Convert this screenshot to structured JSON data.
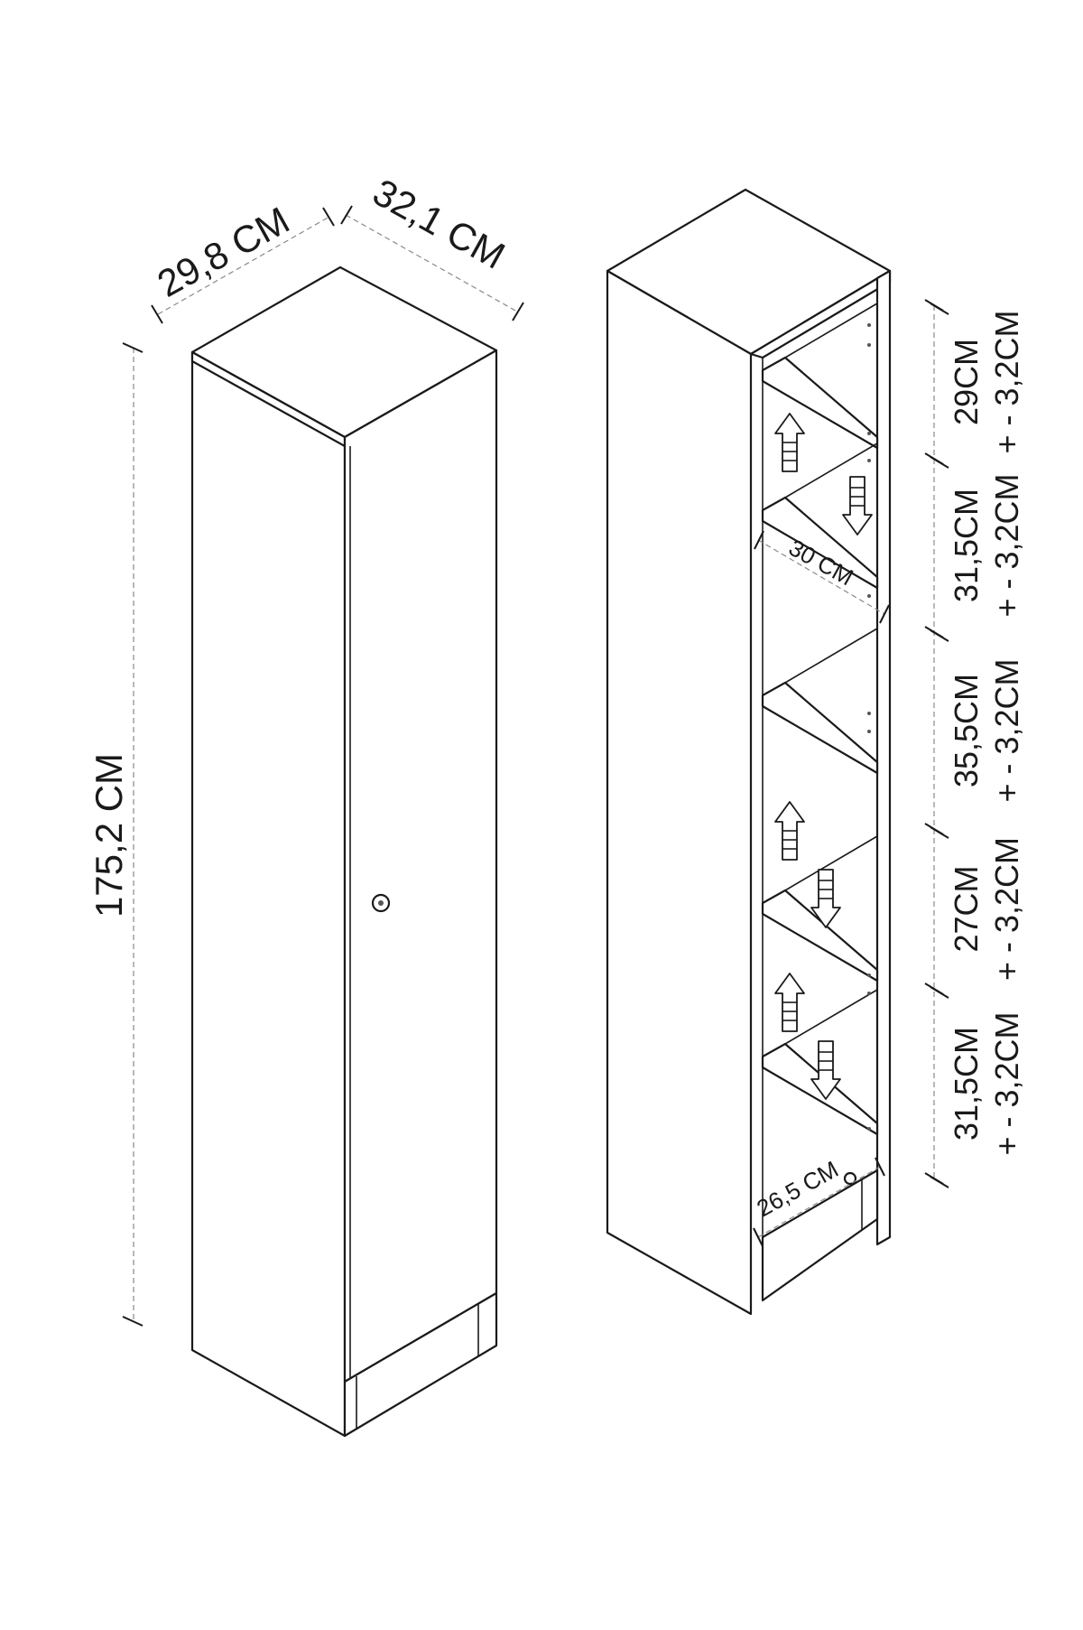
{
  "closed_cabinet": {
    "width_label": "29,8 CM",
    "depth_label": "32,1 CM",
    "height_label": "175,2 CM"
  },
  "open_cabinet": {
    "shelf_depth_label": "30 CM",
    "bottom_depth_label": "26,5 CM",
    "compartments": [
      {
        "height": "29CM",
        "tolerance": "+ - 3,2CM"
      },
      {
        "height": "31,5CM",
        "tolerance": "+ - 3,2CM"
      },
      {
        "height": "35,5CM",
        "tolerance": "+ - 3,2CM"
      },
      {
        "height": "27CM",
        "tolerance": "+ - 3,2CM"
      },
      {
        "height": "31,5CM",
        "tolerance": "+ - 3,2CM"
      }
    ]
  },
  "arrows": [
    {
      "direction": "up"
    },
    {
      "direction": "down"
    },
    {
      "direction": "up"
    },
    {
      "direction": "down"
    },
    {
      "direction": "up"
    },
    {
      "direction": "down"
    }
  ]
}
